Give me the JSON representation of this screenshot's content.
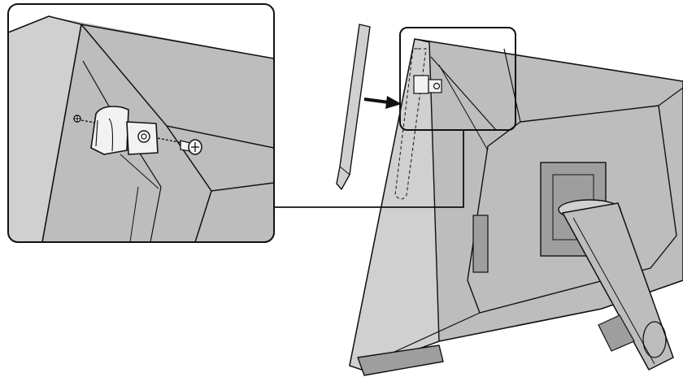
{
  "diagram": {
    "parts": [
      {
        "name": "stylus-pen",
        "role": "accessory"
      },
      {
        "name": "pen-holder-clip",
        "role": "accessory"
      },
      {
        "name": "mounting-screw",
        "role": "fastener"
      },
      {
        "name": "monitor-rear-housing",
        "role": "device"
      },
      {
        "name": "monitor-stand",
        "role": "device"
      }
    ],
    "views": [
      "detail-inset",
      "overview"
    ],
    "colors": {
      "body": "#bdbdbd",
      "body_light": "#d0d0d0",
      "body_dark": "#9e9e9e",
      "clip": "#f2f2f2",
      "line": "#111111",
      "background": "#ffffff"
    },
    "icons": [
      "arrow-right-icon",
      "screw-icon",
      "screw-hole-icon"
    ]
  }
}
